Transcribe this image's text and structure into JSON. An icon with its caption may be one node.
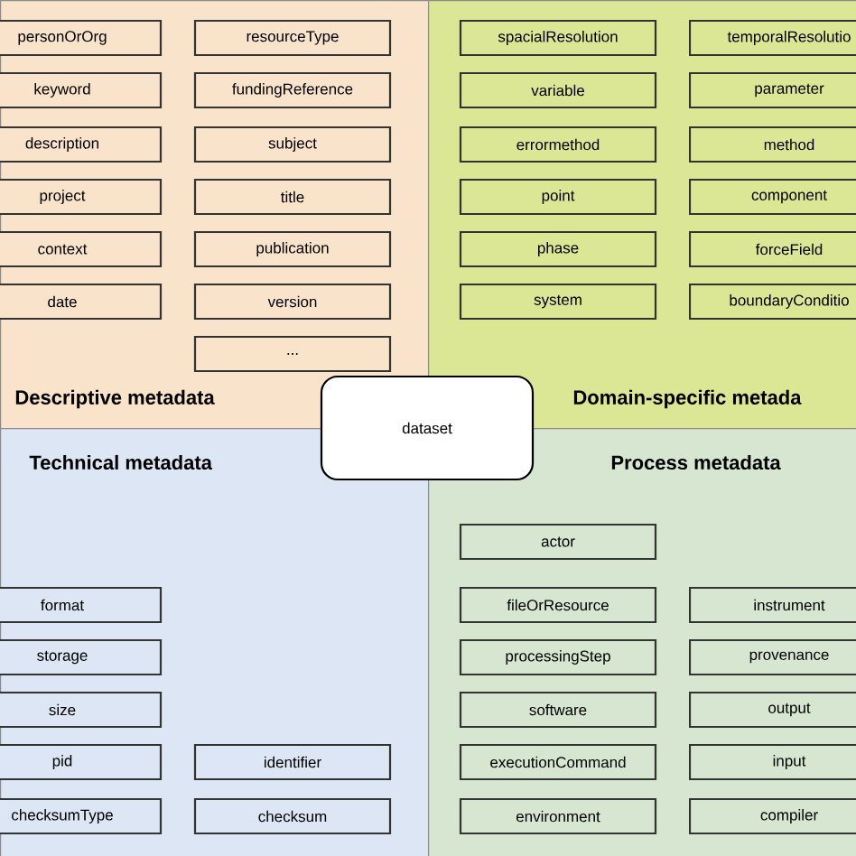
{
  "diagram": {
    "nodes": [
      {
        "text": [
          "Descriptive metadata"
        ]
      },
      {
        "text": [
          "personOrOrg"
        ],
        "in": 0
      },
      {
        "text": [
          "resourceType"
        ],
        "in": 0
      },
      {
        "text": [
          "keyword"
        ],
        "in": 0
      },
      {
        "text": [
          "fundingReference"
        ],
        "in": 0
      },
      {
        "text": [
          "description"
        ],
        "in": 0
      },
      {
        "text": [
          "subject"
        ],
        "in": 0
      },
      {
        "text": [
          "project"
        ],
        "in": 0
      },
      {
        "text": [
          "title"
        ],
        "in": 0
      },
      {
        "text": [
          "context"
        ],
        "in": 0
      },
      {
        "text": [
          "publication"
        ],
        "in": 0
      },
      {
        "text": [
          "date"
        ],
        "in": 0
      },
      {
        "text": [
          "version"
        ],
        "in": 0
      },
      {
        "text": [
          "..."
        ],
        "in": 0
      },
      {
        "text": [
          "Domain-specific metada"
        ]
      },
      {
        "text": [
          "spacialResolution"
        ],
        "in": 14
      },
      {
        "text": [
          "temporalResolutio"
        ],
        "in": 14
      },
      {
        "text": [
          "variable"
        ],
        "in": 14
      },
      {
        "text": [
          "parameter"
        ],
        "in": 14
      },
      {
        "text": [
          "errormethod"
        ],
        "in": 14
      },
      {
        "text": [
          "method"
        ],
        "in": 14
      },
      {
        "text": [
          "point"
        ],
        "in": 14
      },
      {
        "text": [
          "component"
        ],
        "in": 14
      },
      {
        "text": [
          "phase"
        ],
        "in": 14
      },
      {
        "text": [
          "forceField"
        ],
        "in": 14
      },
      {
        "text": [
          "system"
        ],
        "in": 14
      },
      {
        "text": [
          "boundaryConditio"
        ],
        "in": 14
      },
      {
        "text": [
          "dataset"
        ]
      },
      {
        "text": [
          "Technical metadata"
        ]
      },
      {
        "text": [
          "format"
        ],
        "in": 28
      },
      {
        "text": [
          "storage"
        ],
        "in": 28
      },
      {
        "text": [
          "size"
        ],
        "in": 28
      },
      {
        "text": [
          "pid"
        ],
        "in": 28
      },
      {
        "text": [
          "identifier"
        ],
        "in": 28
      },
      {
        "text": [
          "checksumType"
        ],
        "in": 28
      },
      {
        "text": [
          "checksum"
        ],
        "in": 28
      },
      {
        "text": [
          "Process metadata"
        ]
      },
      {
        "text": [
          "actor"
        ],
        "in": 36
      },
      {
        "text": [
          "fileOrResource"
        ],
        "in": 36
      },
      {
        "text": [
          "instrument"
        ],
        "in": 36
      },
      {
        "text": [
          "processingStep"
        ],
        "in": 36
      },
      {
        "text": [
          "provenance"
        ],
        "in": 36
      },
      {
        "text": [
          "software"
        ],
        "in": 36
      },
      {
        "text": [
          "output"
        ],
        "in": 36
      },
      {
        "text": [
          "executionCommand"
        ],
        "in": 36
      },
      {
        "text": [
          "input"
        ],
        "in": 36
      },
      {
        "text": [
          "environment"
        ],
        "in": 36
      },
      {
        "text": [
          "compiler"
        ],
        "in": 36
      }
    ]
  }
}
